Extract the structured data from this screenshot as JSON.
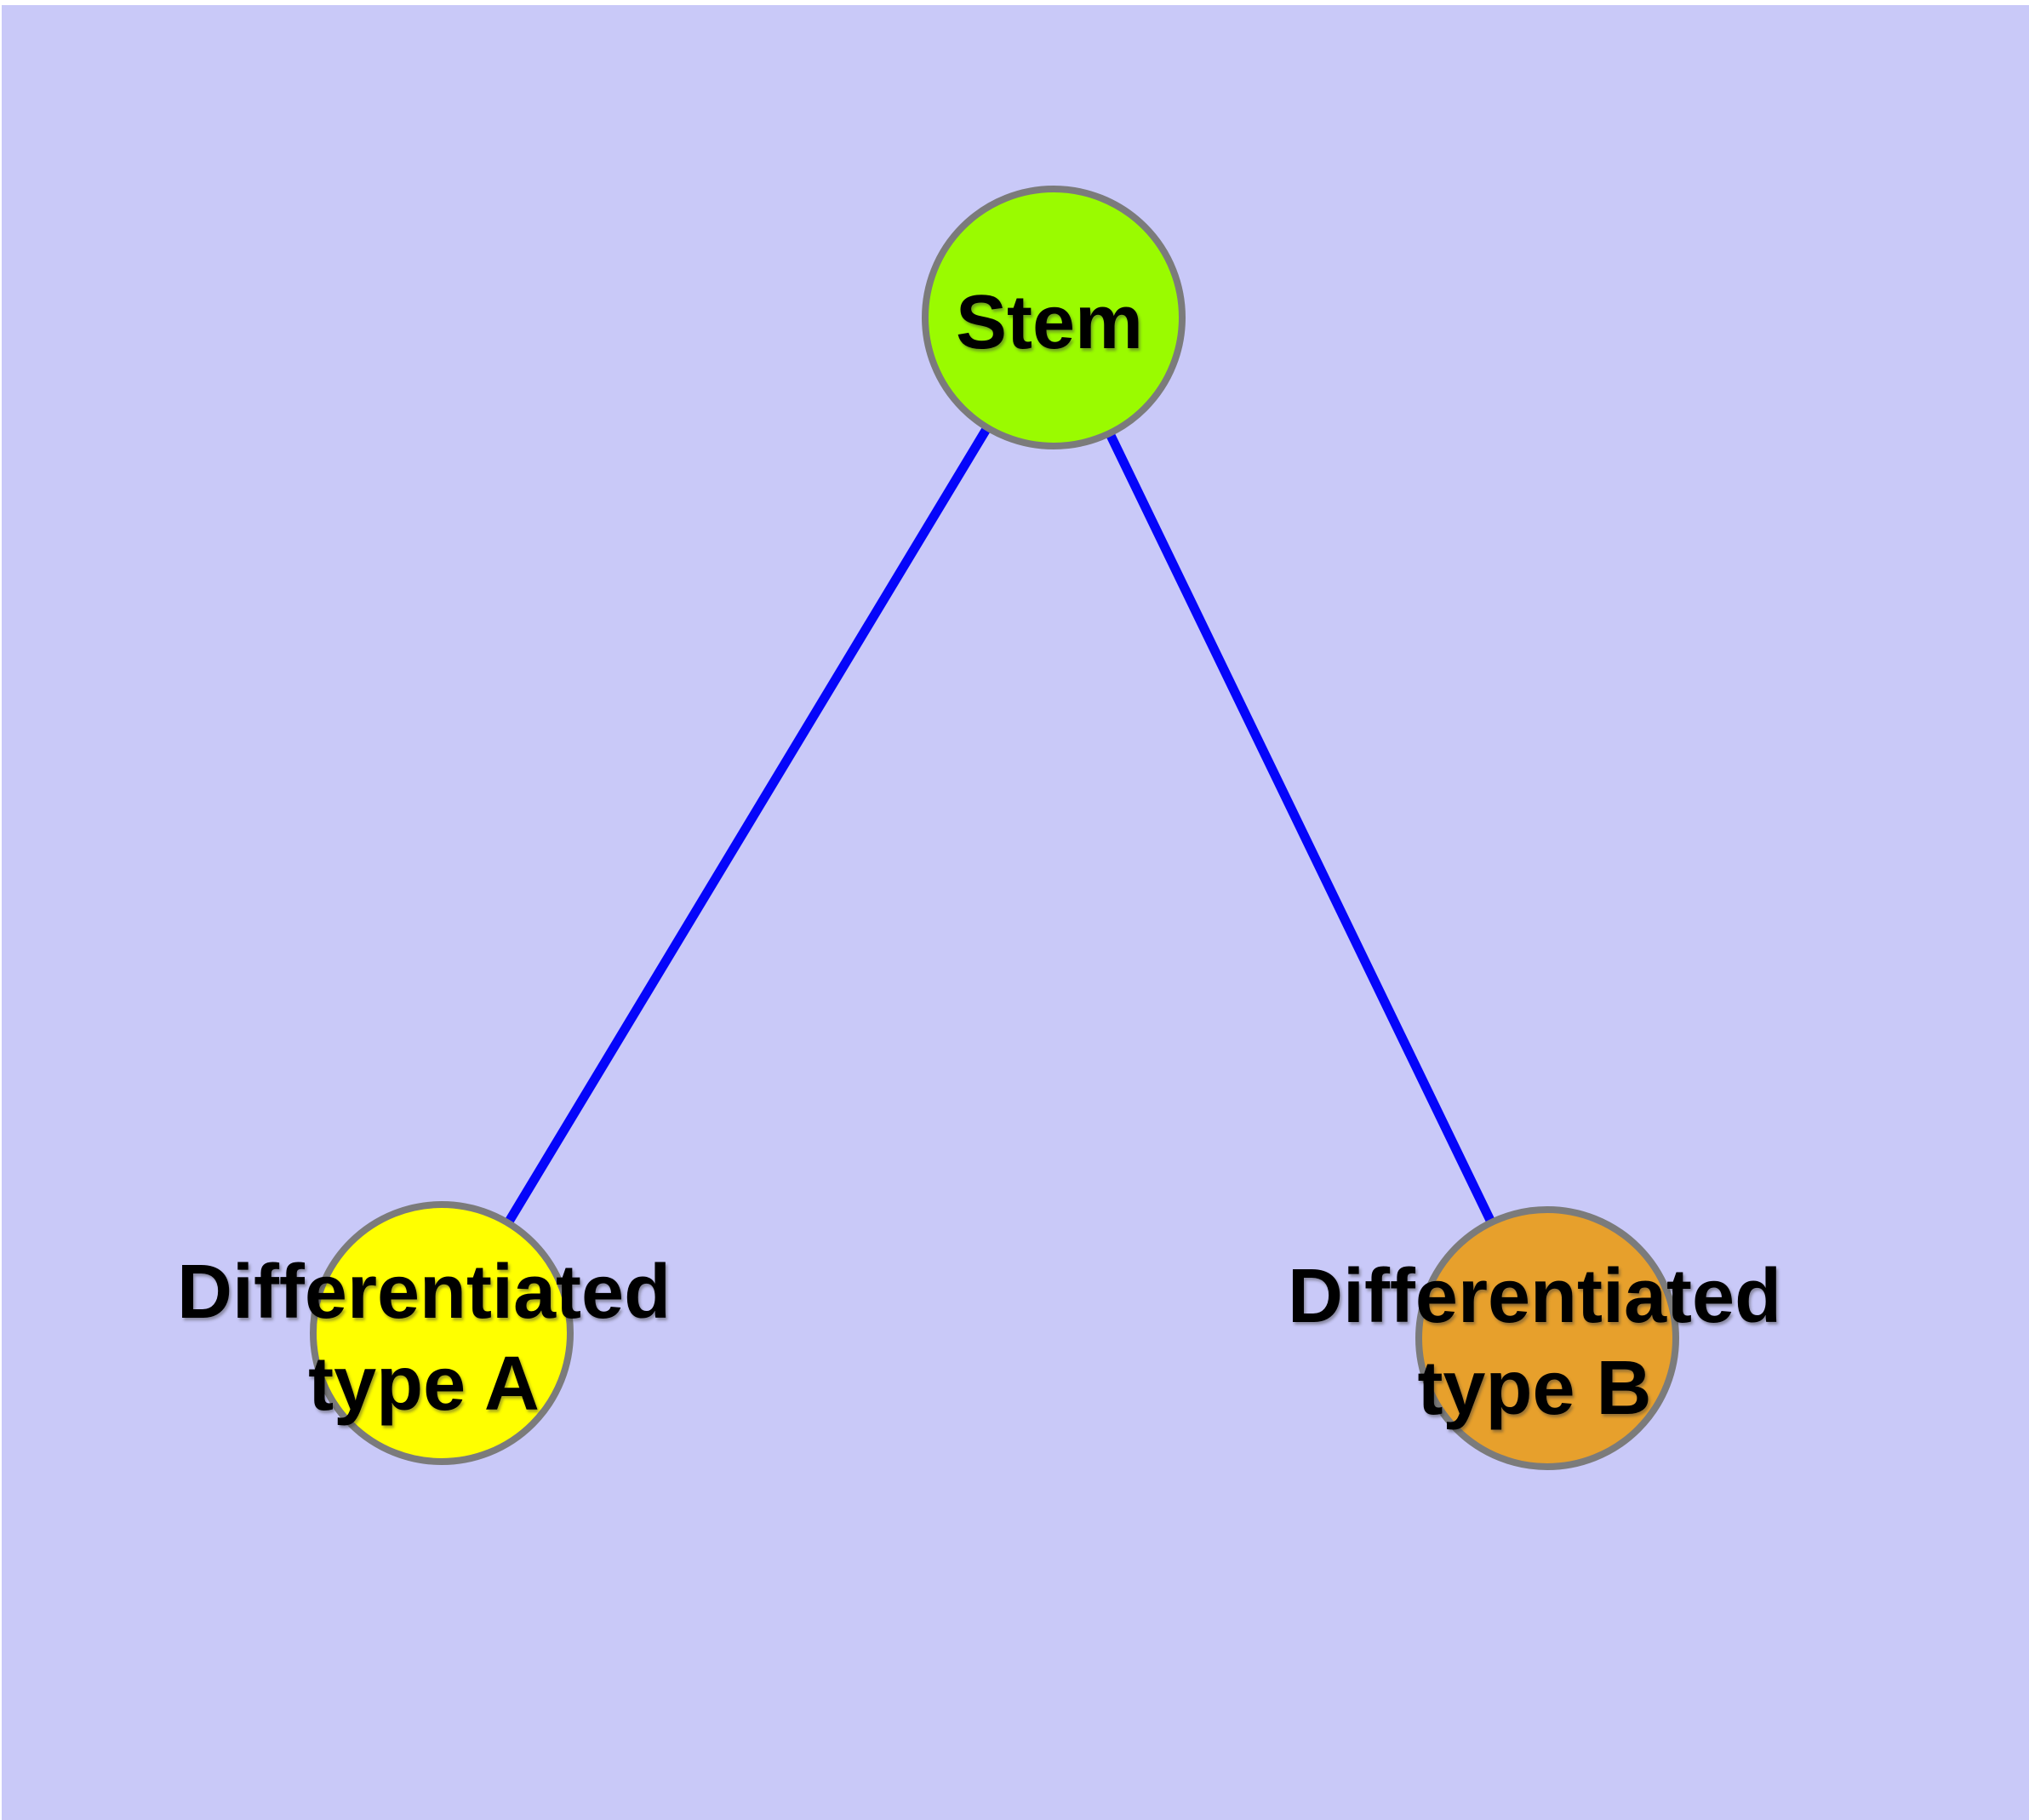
{
  "diagram": {
    "type": "node-link-graph",
    "colors": {
      "page_margin": "#FFFFFF",
      "background": "#C9C9F8",
      "edge": "#0505FA",
      "node_border": "#7B7B7B",
      "label_text": "#000000"
    },
    "nodes": [
      {
        "id": "stem",
        "label": "Stem",
        "fill": "#9AFB00"
      },
      {
        "id": "differentiated-type-a",
        "label_line1": "Differentiated",
        "label_line2": "type A",
        "fill": "#FFFF00"
      },
      {
        "id": "differentiated-type-b",
        "label_line1": "Differentiated",
        "label_line2": "type B",
        "fill": "#E7A02C"
      }
    ],
    "edges": [
      {
        "id": "stem-to-type-a",
        "source": "Stem",
        "target": "Differentiated type A"
      },
      {
        "id": "stem-to-type-b",
        "source": "Stem",
        "target": "Differentiated type B"
      }
    ]
  }
}
